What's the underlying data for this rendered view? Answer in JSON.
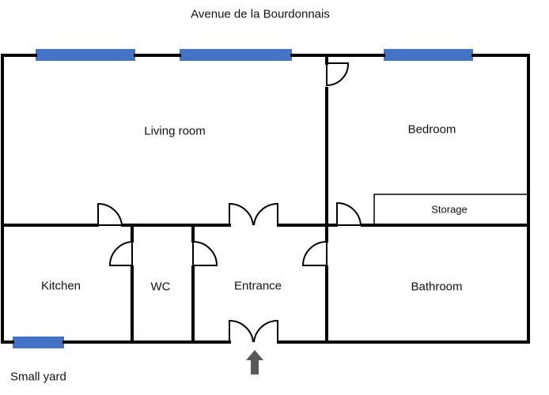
{
  "street": "Avenue de la Bourdonnais",
  "outside": "Small yard",
  "rooms": {
    "living_room": "Living room",
    "bedroom": "Bedroom",
    "storage": "Storage",
    "kitchen": "Kitchen",
    "wc": "WC",
    "entrance": "Entrance",
    "bathroom": "Bathroom"
  },
  "colors": {
    "wall": "#000000",
    "window": "#4472C4",
    "arrow": "#595959"
  },
  "icons": {
    "entry": "up-arrow-icon"
  }
}
